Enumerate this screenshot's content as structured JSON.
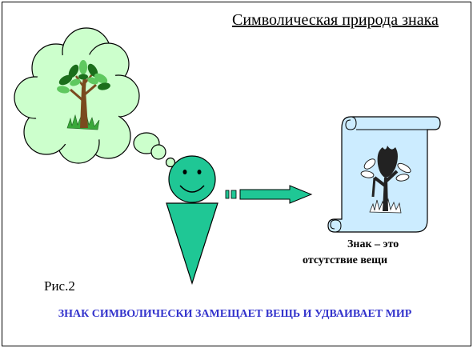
{
  "title": "Символическая природа знака",
  "caption": {
    "line1": "Знак – это",
    "line2": "отсутствие вещи"
  },
  "figure_label": "Рис.2",
  "footer": "ЗНАК СИМВОЛИЧЕСКИ ЗАМЕЩАЕТ ВЕЩЬ И УДВАИВАЕТ МИР",
  "colors": {
    "cloud_fill": "#ccffcc",
    "figure_fill": "#1fc795",
    "arrow_fill": "#1fc795",
    "scroll_fill": "#ccecff",
    "leaf_dark": "#1b6e1b",
    "leaf_light": "#5fc85f",
    "trunk": "#7a4a1e",
    "footer_text": "#3333cc"
  }
}
